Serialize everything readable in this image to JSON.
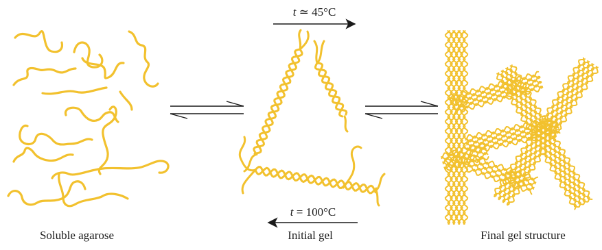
{
  "colors": {
    "strand": "#f2c12e",
    "strand_dark": "#e0a915",
    "ink": "#1a1a1a",
    "background": "#ffffff"
  },
  "panels": [
    {
      "id": "soluble",
      "label": "Soluble agarose"
    },
    {
      "id": "initial",
      "label": "Initial gel"
    },
    {
      "id": "final",
      "label": "Final gel structure"
    }
  ],
  "conditions": {
    "forward": {
      "var": "t",
      "op": "≃",
      "value": "45°C",
      "direction": "right"
    },
    "reverse": {
      "var": "t",
      "op": "=",
      "value": "100°C",
      "direction": "left"
    }
  }
}
